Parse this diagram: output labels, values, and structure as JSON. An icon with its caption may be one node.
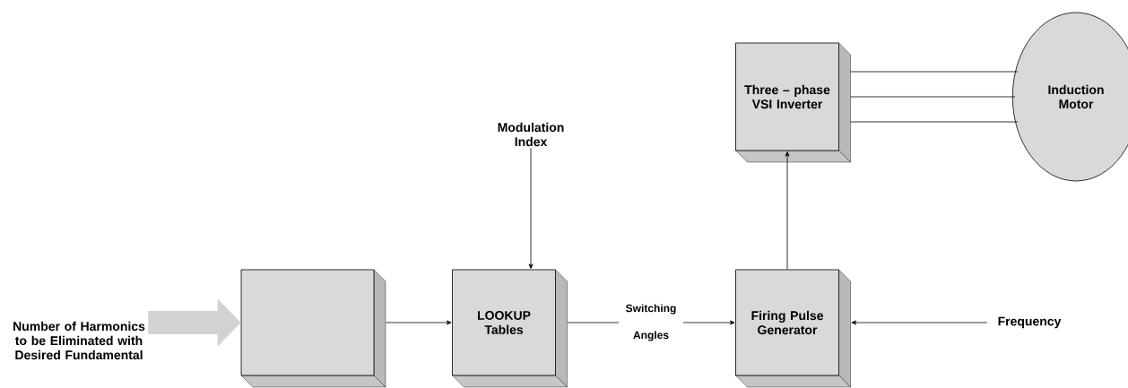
{
  "diagram": {
    "nodes": [
      {
        "text": [
          "Number of Harmonics to be Eliminated with Desired Fundamental"
        ]
      },
      {
        "text": [],
        "shape": "box"
      },
      {
        "text": [
          "Modulation Index"
        ]
      },
      {
        "text": [
          "LOOKUP Tables"
        ]
      },
      {
        "text": [
          "Firing Pulse Generator"
        ]
      },
      {
        "text": [
          "Three – phase VSI Inverter"
        ]
      },
      {
        "text": [
          "Induction Motor"
        ]
      },
      {
        "text": [
          "Frequency"
        ]
      }
    ],
    "edges": [
      {
        "from": 0,
        "to": 1,
        "arrow": "to",
        "style": "thick",
        "color": "#d2d2d2"
      },
      {
        "from": 1,
        "to": 3,
        "arrow": "to"
      },
      {
        "from": 2,
        "to": 3,
        "arrow": "to"
      },
      {
        "from": 3,
        "to": 4,
        "arrow": "to",
        "label": "Switching Angles"
      },
      {
        "from": 4,
        "to": 5,
        "arrow": "to"
      },
      {
        "from": 7,
        "to": 4,
        "arrow": "to"
      },
      {
        "from": 5,
        "to": 6,
        "arrow": "none"
      },
      {
        "from": 5,
        "to": 6,
        "arrow": "none"
      },
      {
        "from": 5,
        "to": 6,
        "arrow": "none"
      }
    ]
  }
}
